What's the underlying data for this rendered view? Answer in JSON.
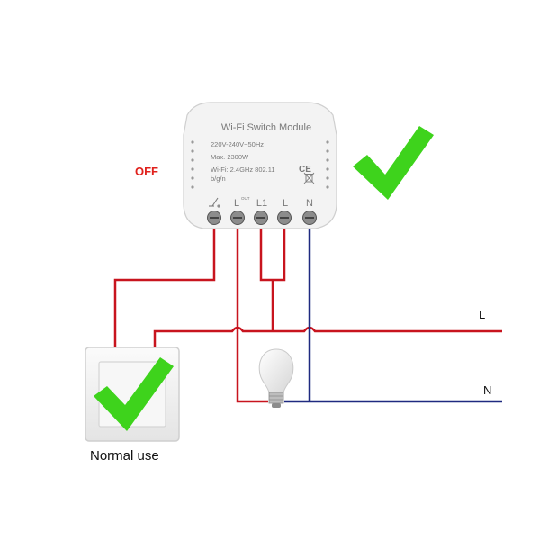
{
  "module": {
    "title": "Wi-Fi  Switch  Module",
    "spec_voltage": "220V-240V~50Hz",
    "spec_power": "Max. 2300W",
    "spec_wifi_1": "Wi-Fi: 2.4GHz 802.11",
    "spec_wifi_2": "b/g/n",
    "ce_mark": "CE",
    "terminal_l_out": "L",
    "terminal_l_out_sup": "OUT",
    "terminal_l1": "L1",
    "terminal_l": "L",
    "terminal_n": "N"
  },
  "status": {
    "off_label": "OFF"
  },
  "lines": {
    "live_label": "L",
    "neutral_label": "N"
  },
  "wall_switch": {
    "caption": "Normal use"
  },
  "colors": {
    "live_wire": "#c8141e",
    "neutral_wire": "#1f2a80",
    "check": "#3ed31c",
    "off": "#e0211c"
  },
  "icons": [
    "switch-toggle-icon",
    "ground-terminal-icon",
    "check-mark-icon",
    "light-bulb-icon",
    "bin-disposal-icon"
  ]
}
